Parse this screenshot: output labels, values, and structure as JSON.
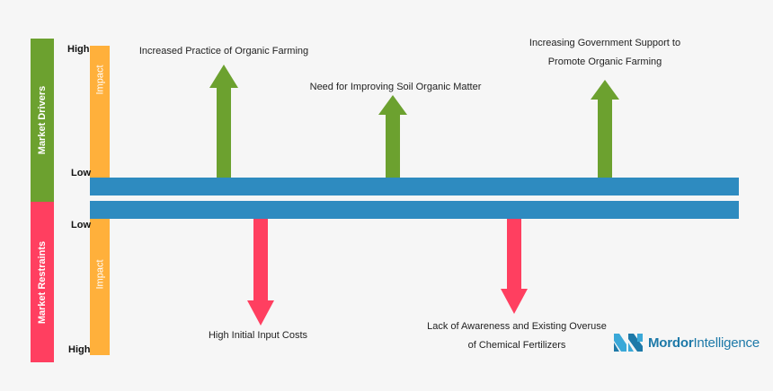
{
  "axis": {
    "drivers_label": "Market Drivers",
    "restraints_label": "Market Restraints",
    "impact_label": "Impact",
    "high_label": "High",
    "low_label": "Low"
  },
  "drivers": [
    {
      "label": "Increased Practice of Organic Farming"
    },
    {
      "label": "Need for Improving Soil Organic Matter"
    },
    {
      "label_line1": "Increasing Government Support to",
      "label_line2": "Promote Organic Farming"
    }
  ],
  "restraints": [
    {
      "label": "High Initial Input Costs"
    },
    {
      "label_line1": "Lack of Awareness and Existing Overuse",
      "label_line2": "of Chemical Fertilizers"
    }
  ],
  "brand": {
    "name_bold": "Mordor",
    "name_regular": "Intelligence",
    "logo_icon": "mordor-intelligence-logo-icon"
  },
  "colors": {
    "drivers": "#6ca12f",
    "restraints": "#ff3f60",
    "impact": "#ffb03b",
    "band": "#2e8bc0"
  }
}
